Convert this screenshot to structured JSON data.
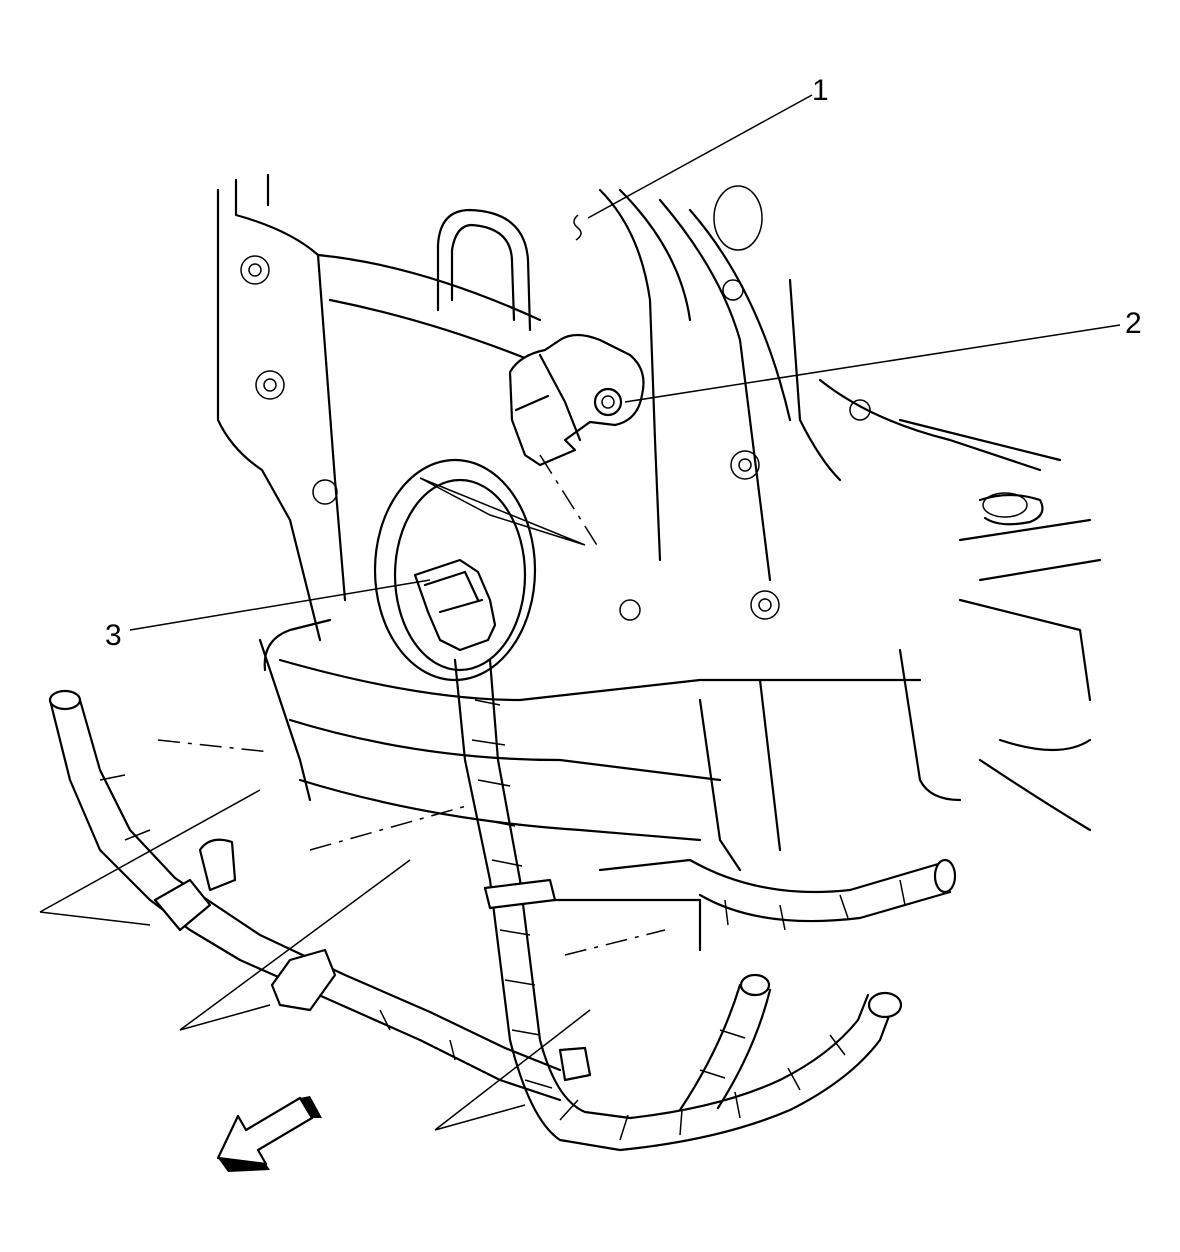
{
  "callouts": [
    {
      "id": "1",
      "label": "1"
    },
    {
      "id": "2",
      "label": "2"
    },
    {
      "id": "3",
      "label": "3"
    }
  ],
  "icons": {
    "direction_arrow": "front-direction-arrow-icon",
    "sensor": "crankshaft-position-sensor-icon",
    "harness": "wiring-harness-icon"
  },
  "colors": {
    "line": "#000000",
    "background": "#ffffff"
  }
}
